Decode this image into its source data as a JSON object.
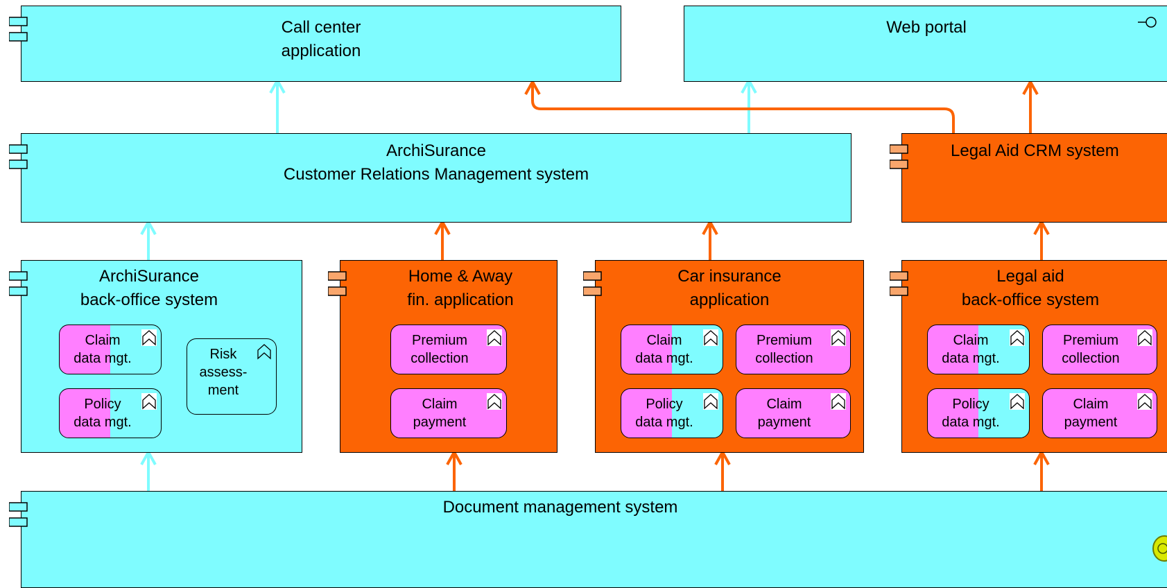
{
  "apps": {
    "call_center": "Call center\napplication",
    "web_portal": "Web portal",
    "crm": "ArchiSurance\nCustomer Relations Management system",
    "legal_crm": "Legal Aid CRM system",
    "backoffice": "ArchiSurance\nback-office system",
    "home_away": "Home & Away\nfin. application",
    "car": "Car insurance\napplication",
    "legal_backoffice": "Legal aid\nback-office system",
    "dms": "Document management system"
  },
  "functions": {
    "claim_data": "Claim\ndata mgt.",
    "policy_data": "Policy\ndata mgt.",
    "risk": "Risk\nassess-\nment",
    "premium": "Premium\ncollection",
    "claim_payment": "Claim\npayment"
  },
  "colors": {
    "cyan": "#7ffcff",
    "orange": "#fc6404",
    "pink": "#ff7fff"
  }
}
